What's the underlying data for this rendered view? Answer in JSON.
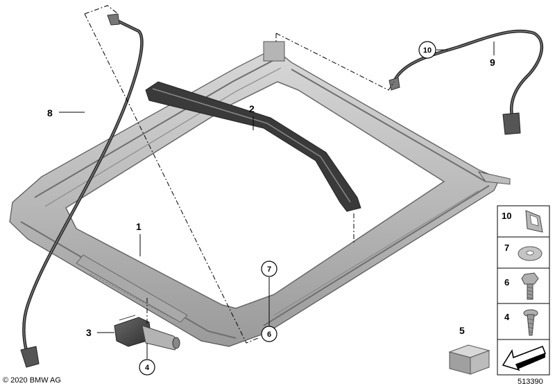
{
  "callouts": {
    "c1": "1",
    "c2": "2",
    "c3": "3",
    "c4": "4",
    "c5": "5",
    "c6": "6",
    "c7": "7",
    "c8": "8",
    "c9": "9",
    "c10": "10"
  },
  "legend": {
    "items": [
      {
        "label": "10",
        "icon": "clip-icon"
      },
      {
        "label": "7",
        "icon": "washer-icon"
      },
      {
        "label": "6",
        "icon": "hex-bolt-icon"
      },
      {
        "label": "4",
        "icon": "screw-icon"
      },
      {
        "label": "",
        "icon": "direction-arrow-icon"
      }
    ]
  },
  "footer": {
    "copyright": "© 2020 BMW AG",
    "diagram_number": "513390"
  }
}
